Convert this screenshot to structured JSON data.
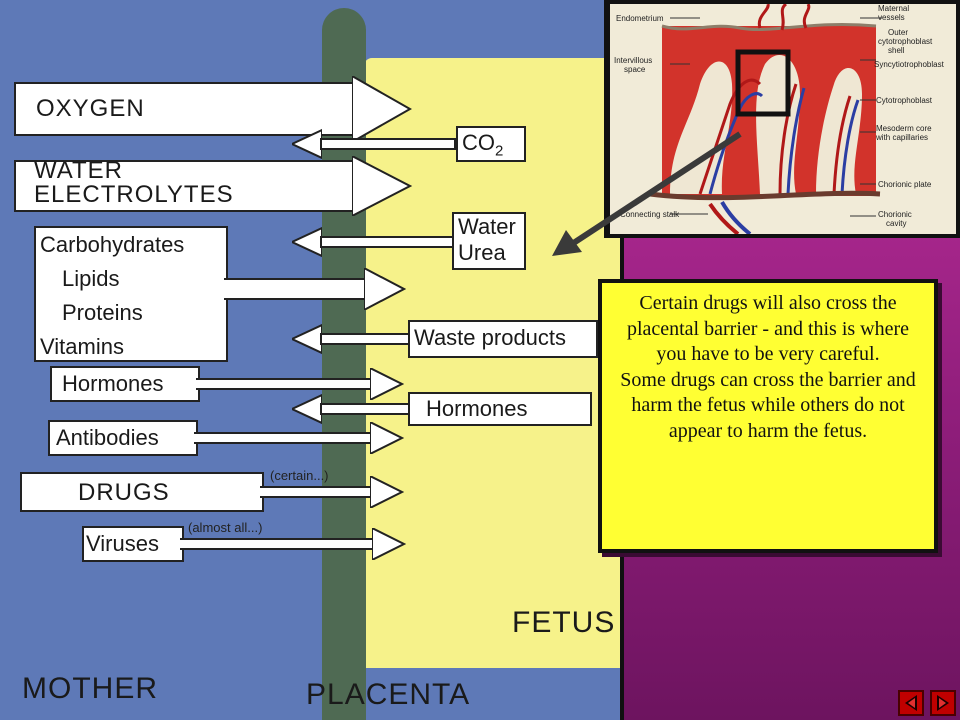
{
  "diagram": {
    "mother_to_fetus": {
      "oxygen": "OXYGEN",
      "water_electrolytes": [
        "WATER",
        "ELECTROLYTES"
      ],
      "nutrients": [
        "Carbohydrates",
        "Lipids",
        "Proteins",
        "Vitamins"
      ],
      "hormones": "Hormones",
      "antibodies": "Antibodies",
      "drugs": "DRUGS",
      "drugs_note": "(certain...)",
      "viruses": "Viruses",
      "viruses_note": "(almost all...)"
    },
    "fetus_to_mother": {
      "co2_base": "CO",
      "co2_sub": "2",
      "water_urea": [
        "Water",
        "Urea"
      ],
      "waste": "Waste products",
      "hormones": "Hormones"
    },
    "zones": {
      "mother": "MOTHER",
      "placenta": "PLACENTA",
      "fetus": "FETUS"
    }
  },
  "micrograph": {
    "labels": {
      "endometrium": "Endometrium",
      "maternal_vessels": [
        "Maternal",
        "vessels"
      ],
      "outer_shell": [
        "Outer",
        "cytotrophoblast",
        "shell"
      ],
      "intervillous": [
        "Intervillous",
        "space"
      ],
      "syncytio": "Syncytiotrophoblast",
      "cyto": "Cytotrophoblast",
      "mesoderm": [
        "Mesoderm core",
        "with capillaries"
      ],
      "chorionic_plate": "Chorionic plate",
      "connecting_stalk": "Connecting stalk",
      "chorionic_cavity": [
        "Chorionic",
        "cavity"
      ]
    }
  },
  "callout": {
    "paragraph1": "Certain drugs will also cross the placental barrier - and this is where you have to be very careful.",
    "paragraph2": "Some drugs can cross the barrier and harm the fetus while others do not appear to harm the fetus."
  },
  "colors": {
    "mother": "#5e79b7",
    "fetus": "#f6f28a",
    "placenta": "#4f6a53",
    "callout": "#ffff33",
    "slide": "#a0237f",
    "nav": "#c00000"
  },
  "nav": {
    "prev_icon": "previous-slide-icon",
    "next_icon": "next-slide-icon"
  }
}
